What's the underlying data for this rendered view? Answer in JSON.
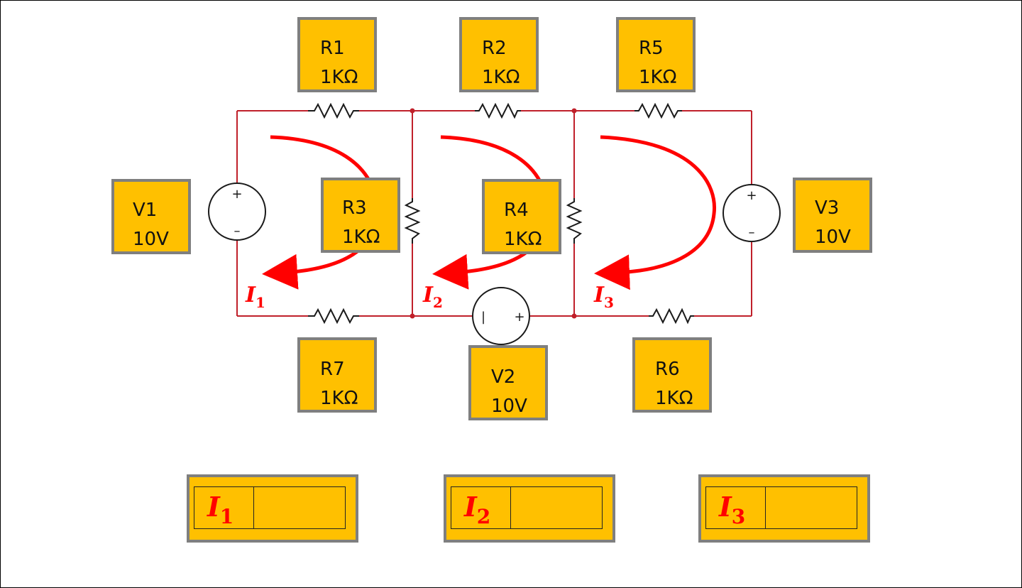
{
  "components": {
    "R1": {
      "name": "R1",
      "value": "1KΩ"
    },
    "R2": {
      "name": "R2",
      "value": "1KΩ"
    },
    "R5": {
      "name": "R5",
      "value": "1KΩ"
    },
    "R3": {
      "name": "R3",
      "value": "1KΩ"
    },
    "R4": {
      "name": "R4",
      "value": "1KΩ"
    },
    "R7": {
      "name": "R7",
      "value": "1KΩ"
    },
    "R6": {
      "name": "R6",
      "value": "1KΩ"
    },
    "V1": {
      "name": "V1",
      "value": "10V"
    },
    "V2": {
      "name": "V2",
      "value": "10V"
    },
    "V3": {
      "name": "V3",
      "value": "10V"
    }
  },
  "loop_currents": [
    {
      "symbol": "I",
      "subscript": "1"
    },
    {
      "symbol": "I",
      "subscript": "2"
    },
    {
      "symbol": "I",
      "subscript": "3"
    }
  ],
  "answers": [
    {
      "symbol": "I",
      "subscript": "1",
      "value": ""
    },
    {
      "symbol": "I",
      "subscript": "2",
      "value": ""
    },
    {
      "symbol": "I",
      "subscript": "3",
      "value": ""
    }
  ],
  "colors": {
    "wire": "#c0202a",
    "arrow": "#ff0000",
    "label_fill": "#ffc000",
    "label_border": "#7f7f7f"
  }
}
